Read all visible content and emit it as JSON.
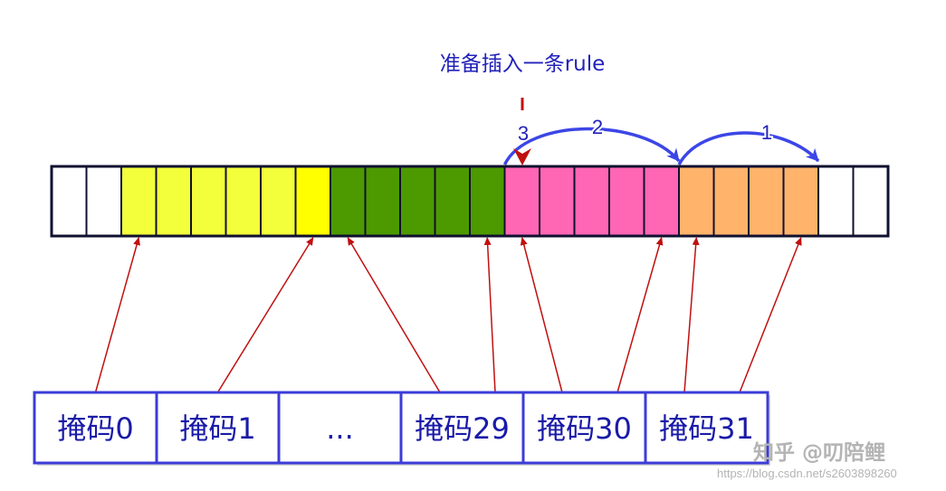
{
  "title": "准备插入一条rule",
  "step_labels": [
    "3",
    "2",
    "1"
  ],
  "array": {
    "cells": [
      {
        "color": "#ffffff"
      },
      {
        "color": "#ffffff"
      },
      {
        "color": "#f2ff3a"
      },
      {
        "color": "#f2ff3a"
      },
      {
        "color": "#f2ff3a"
      },
      {
        "color": "#f2ff3a"
      },
      {
        "color": "#f2ff3a"
      },
      {
        "color": "#ffff00"
      },
      {
        "color": "#4c9900"
      },
      {
        "color": "#4c9900"
      },
      {
        "color": "#4c9900"
      },
      {
        "color": "#4c9900"
      },
      {
        "color": "#4c9900"
      },
      {
        "color": "#ff66b3"
      },
      {
        "color": "#ff66b3"
      },
      {
        "color": "#ff66b3"
      },
      {
        "color": "#ff66b3"
      },
      {
        "color": "#ff66b3"
      },
      {
        "color": "#ffb36b"
      },
      {
        "color": "#ffb36b"
      },
      {
        "color": "#ffb36b"
      },
      {
        "color": "#ffb36b"
      },
      {
        "color": "#ffffff"
      },
      {
        "color": "#ffffff"
      }
    ]
  },
  "masks": [
    {
      "label": "掩码0",
      "points_to": [
        2
      ]
    },
    {
      "label": "掩码1",
      "points_to": [
        7
      ]
    },
    {
      "label": "...",
      "points_to": []
    },
    {
      "label": "掩码29",
      "points_to": [
        8,
        12
      ]
    },
    {
      "label": "掩码30",
      "points_to": [
        13,
        17
      ]
    },
    {
      "label": "掩码31",
      "points_to": [
        18,
        21
      ]
    }
  ],
  "colors": {
    "border": "#101030",
    "mask_border": "#3c3cd8",
    "pointer_arrow": "#c01010",
    "move_arrow": "#3c46e6",
    "title_text": "#2222bb",
    "watermark": "#b4b4b4"
  },
  "watermark": {
    "brand": "知乎 @叨陪鲤",
    "url": "https://blog.csdn.net/s2603898260"
  }
}
